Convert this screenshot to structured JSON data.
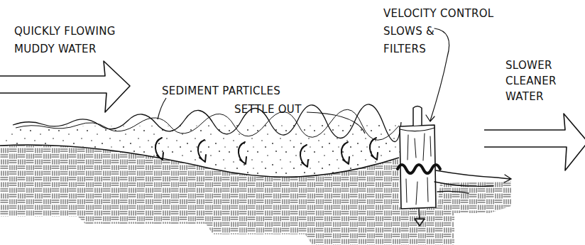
{
  "diagram": {
    "labels": [
      "QUICKLY FLOWING MUDDY WATER",
      "VELOCITY CONTROL SLOWS & FILTERS",
      "SEDIMENT PARTICLES SETTLE OUT",
      "SLOWER CLEANER WATER"
    ]
  }
}
